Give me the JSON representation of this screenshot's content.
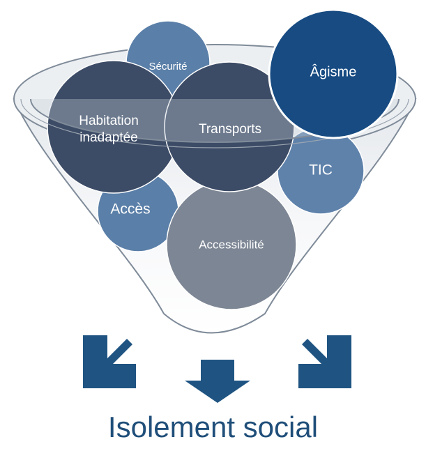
{
  "factors": {
    "securite": "Sécurité",
    "agisme": "Âgisme",
    "habitation_line1": "Habitation",
    "habitation_line2": "inadaptée",
    "transports": "Transports",
    "tic": "TIC",
    "acces": "Accès",
    "accessibilite": "Accessibilité"
  },
  "outcome": {
    "title": "Isolement social"
  },
  "colors": {
    "funnel_fill": "#eef1f4",
    "funnel_stroke": "#7f8b99",
    "bubble_mid_blue": "#5a7fa8",
    "bubble_dark_slate": "#3d4c66",
    "bubble_gray": "#7d8694",
    "bubble_navy": "#174b82",
    "arrow_navy": "#1f5482",
    "title_blue": "#1f4e79"
  }
}
